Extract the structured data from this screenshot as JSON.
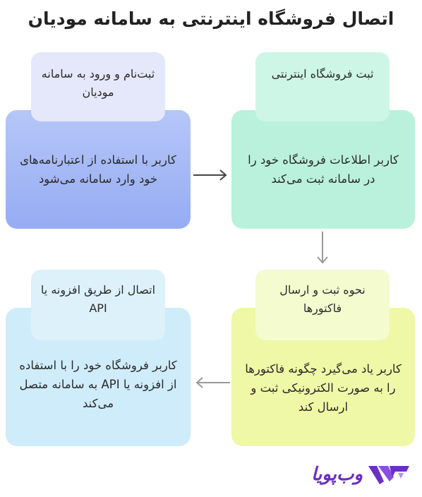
{
  "title": "اتصال فروشگاه اینترنتی به سامانه مودیان",
  "steps": [
    {
      "header": "ثبت‌نام و ورود به سامانه مودیان",
      "body": "کاربر با استفاده از اعتبارنامه‌های خود وارد سامانه می‌شود",
      "color": "#96acf3"
    },
    {
      "header": "ثبت فروشگاه اینترنتی",
      "body": "کاربر اطلاعات فروشگاه خود را در سامانه ثبت می‌کند",
      "color": "#b9f1dc"
    },
    {
      "header": "نحوه ثبت و ارسال فاکتورها",
      "body": "کاربر یاد می‌گیرد چگونه فاکتورها را به صورت الکترونیکی ثبت و ارسال کند",
      "color": "#eef8a6"
    },
    {
      "header": "اتصال از طریق افزونه یا API",
      "body": "کاربر فروشگاه خود را با استفاده از افزونه یا API به سامانه متصل می‌کند",
      "color": "#cfecfb"
    }
  ],
  "logo": {
    "text": "وب‌پویا",
    "accent": "#6a2fc4"
  }
}
